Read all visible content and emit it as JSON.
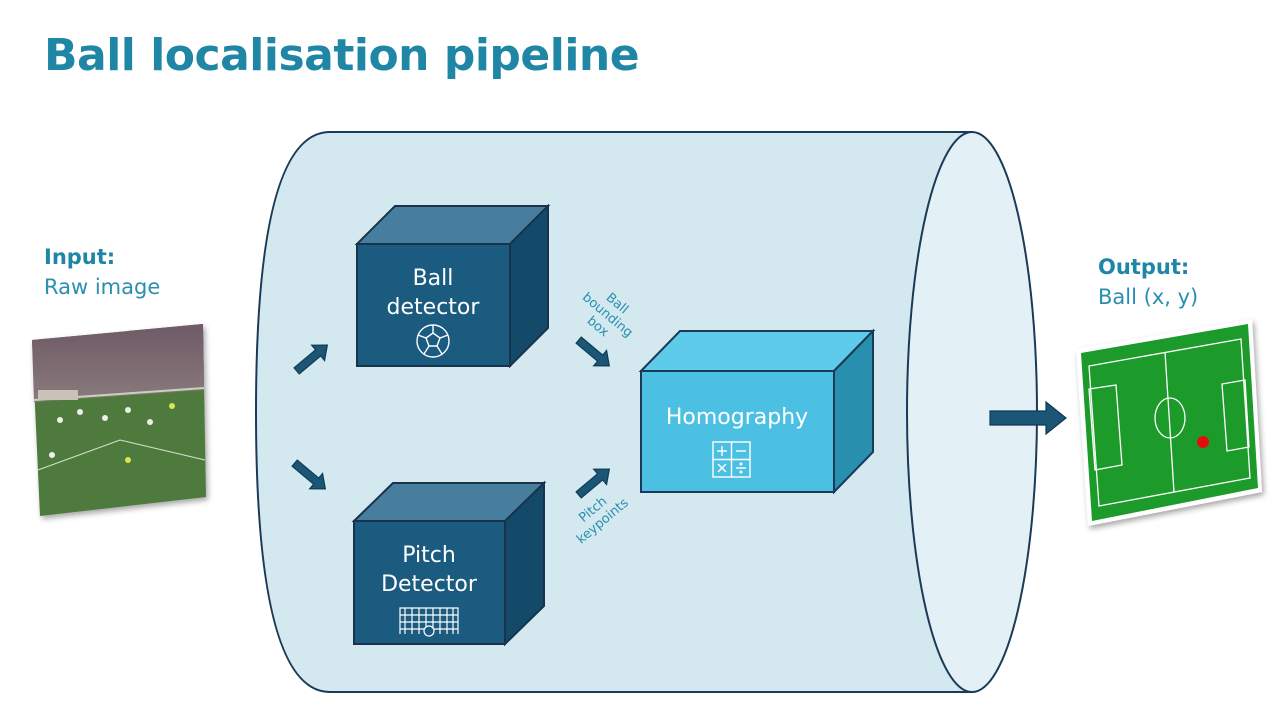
{
  "title": "Ball localisation pipeline",
  "input": {
    "heading": "Input:",
    "text": "Raw image"
  },
  "output": {
    "heading": "Output:",
    "text": "Ball (x, y)"
  },
  "nodes": {
    "ball_detector": {
      "line1": "Ball",
      "line2": "detector",
      "icon": "soccer-ball-icon"
    },
    "pitch_detector": {
      "line1": "Pitch",
      "line2": "Detector",
      "icon": "goal-net-icon"
    },
    "homography": {
      "line1": "Homography",
      "icon": "calculator-icon"
    }
  },
  "edges": {
    "ball_to_homography": [
      "Ball",
      "bounding",
      "box"
    ],
    "pitch_to_homography": [
      "Pitch",
      "keypoints"
    ]
  },
  "colors": {
    "title": "#1f86a6",
    "cylinder_fill": "#d3e8ef",
    "cylinder_stroke": "#1b3a57",
    "detector_box": "#1a5b7f",
    "homography_box": "#4cc0e3",
    "arrow": "#1b5676",
    "pitch_green": "#1b9a2a",
    "ball_marker": "#e31010"
  }
}
